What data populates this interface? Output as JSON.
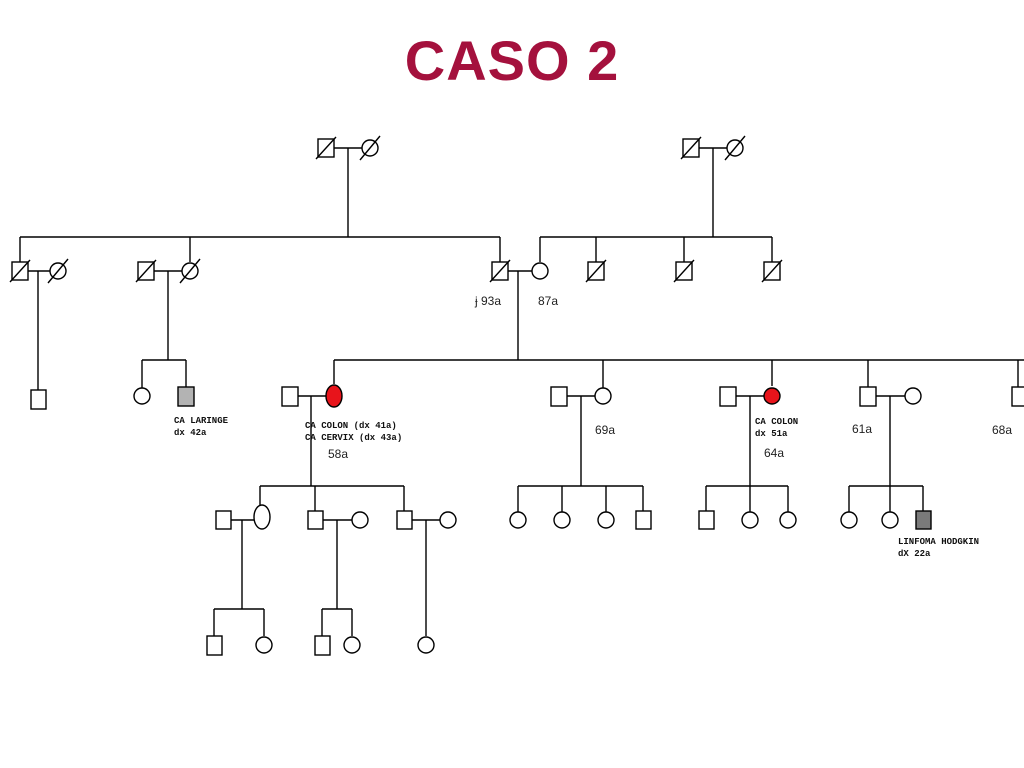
{
  "title": "CASO 2",
  "colors": {
    "title": "#a4113d",
    "affected_colon": "#e8141b",
    "affected_other": "#b3b3b3",
    "affected_lymphoma": "#7a7a7a"
  },
  "labels": {
    "age_93": "93a",
    "age_87": "87a",
    "age_58": "58a",
    "age_69": "69a",
    "age_64": "64a",
    "age_61": "61a",
    "age_68": "68a",
    "note_laringe_1": "CA LARINGE",
    "note_laringe_2": "dx 42a",
    "note_colon1_1": "CA COLON (dx 41a)",
    "note_colon1_2": "CA CERVIX (dx 43a)",
    "note_colon2_1": "CA COLON",
    "note_colon2_2": "dx 51a",
    "note_lymph_1": "LINFOMA HODGKIN",
    "note_lymph_2": "dX 22a"
  }
}
